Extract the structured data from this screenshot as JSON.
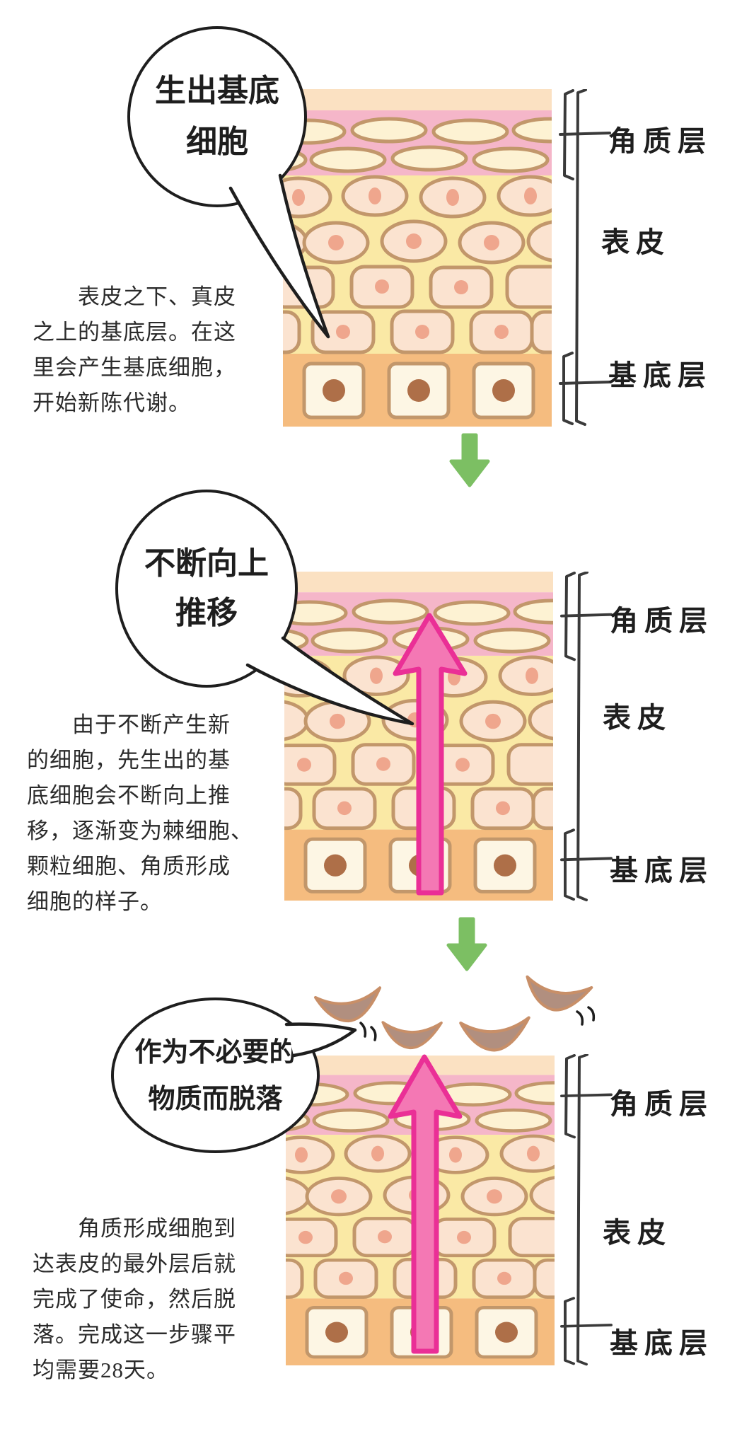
{
  "palette": {
    "ink": "#1e1e1e",
    "bracket-ink": "#3a3a3a",
    "text": "#2b2b2b",
    "bubble-fill": "#ffffff",
    "band-top": "#fbe1c2",
    "band-corneum": "#f5b6c9",
    "band-epi": "#fae9a5",
    "band-basal": "#f5bc7f",
    "cell-stroke": "#c2976b",
    "corneum-cell": "#fdf2d3",
    "epi-cell": "#fbe3d0",
    "nucleus": "#efa68d",
    "basal-cell": "#fdf6e4",
    "basal-nucleus": "#ae6f48",
    "pink-arrow-fill": "#f478b4",
    "pink-arrow-stroke": "#ea2f96",
    "green-arrow": "#7cbf63",
    "flake-fill": "#b18f7f",
    "flake-stroke": "#c88f68"
  },
  "panels": [
    {
      "bubble_text": "生出基底\n细胞",
      "caption": "　　表皮之下、真皮\n之上的基底层。在这\n里会产生基底细胞，\n开始新陈代谢。",
      "labels": {
        "corneum": "角质层",
        "epidermis": "表皮",
        "basal": "基底层"
      }
    },
    {
      "bubble_text": "不断向上\n推移",
      "caption": "　　由于不断产生新\n的细胞，先生出的基\n底细胞会不断向上推\n移，逐渐变为棘细胞、\n颗粒细胞、角质形成\n细胞的样子。",
      "labels": {
        "corneum": "角质层",
        "epidermis": "表皮",
        "basal": "基底层"
      }
    },
    {
      "bubble_text": "作为不必要的\n物质而脱落",
      "caption": "　　角质形成细胞到\n达表皮的最外层后就\n完成了使命，然后脱\n落。完成这一步骤平\n均需要28天。",
      "labels": {
        "corneum": "角质层",
        "epidermis": "表皮",
        "basal": "基底层"
      }
    }
  ]
}
